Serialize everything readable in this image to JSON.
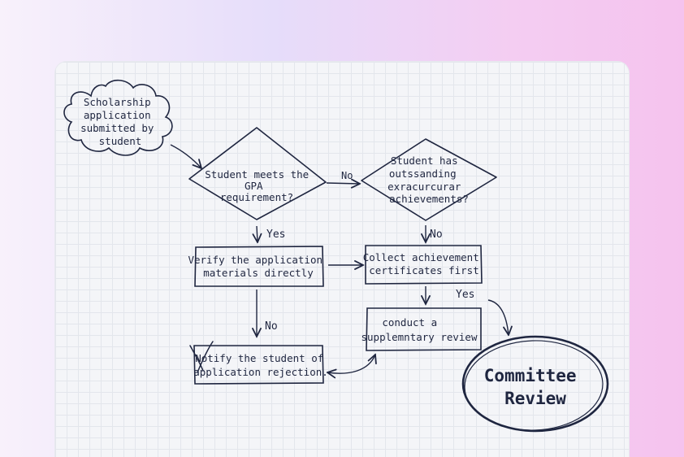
{
  "nodes": {
    "start": [
      "Scholarship",
      "application",
      "submitted by",
      "student"
    ],
    "gpa_decision": [
      "Student meets the",
      "GPA",
      "requirement?"
    ],
    "extracurricular_decision": [
      "Student has",
      "outssanding",
      "exracurcurar",
      "achievements?"
    ],
    "verify": [
      "Verify the application",
      "materials directly"
    ],
    "collect": [
      "Collect achievement",
      "certificates first"
    ],
    "notify": [
      "Notify the student of",
      "application rejection."
    ],
    "supplementary": [
      "conduct a",
      "supplemntary review"
    ],
    "committee": [
      "Committee",
      "Review"
    ]
  },
  "edges": {
    "gpa_no": "No",
    "gpa_yes": "Yes",
    "extra_no": "No",
    "collect_yes": "Yes",
    "verify_no": "No"
  },
  "colors": {
    "ink": "#1f2640",
    "sheet": "#f4f5f8"
  }
}
